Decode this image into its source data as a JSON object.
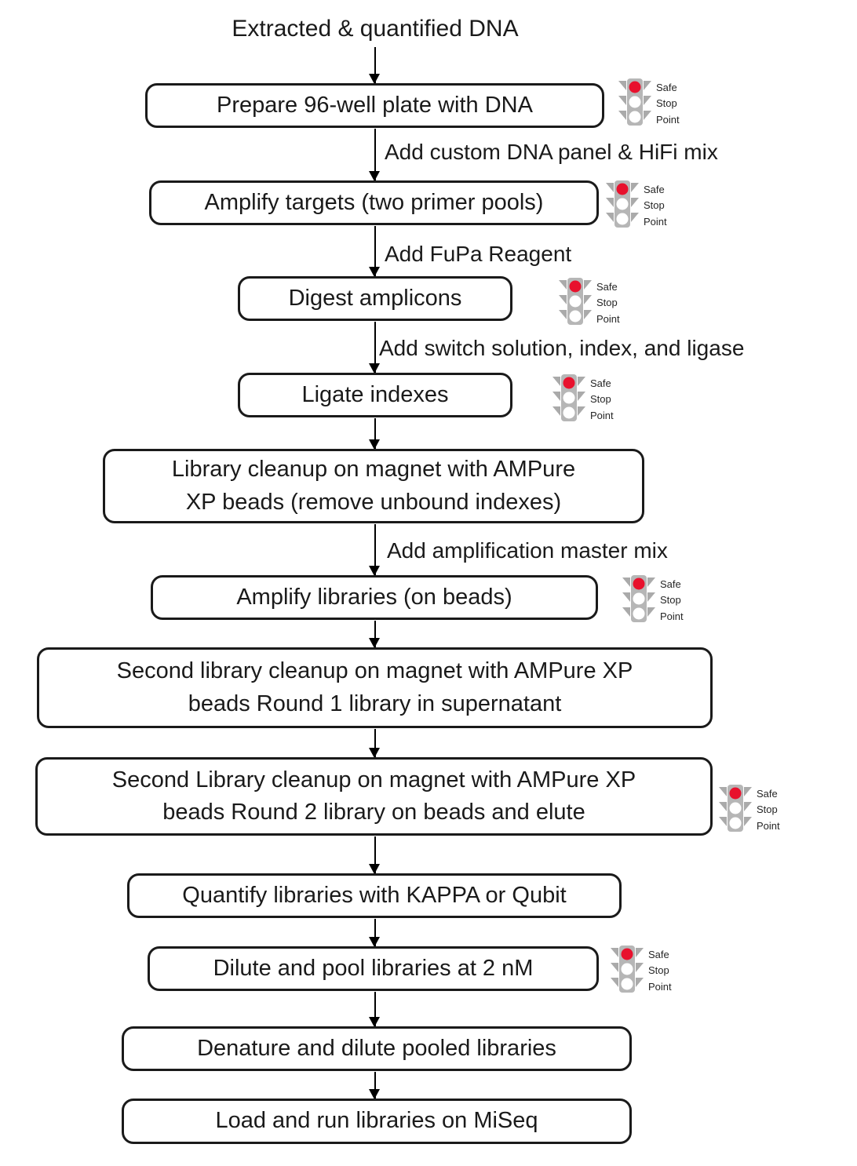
{
  "title": "Extracted & quantified DNA",
  "colors": {
    "box_border": "#1a1a1a",
    "text": "#1a1a1a",
    "traffic_light_body": "#b6b6b6",
    "red_light": "#e8112d"
  },
  "safe_stop": {
    "line1": "Safe",
    "line2": "Stop",
    "line3": "Point"
  },
  "nodes": [
    {
      "label": "Prepare 96-well plate with DNA",
      "safe_stop": true
    },
    {
      "label": "Amplify targets (two primer pools)",
      "safe_stop": true
    },
    {
      "label": "Digest amplicons",
      "safe_stop": true
    },
    {
      "label": "Ligate indexes",
      "safe_stop": true
    },
    {
      "label": "Library cleanup on magnet with AMPure\nXP beads (remove unbound indexes)",
      "safe_stop": false
    },
    {
      "label": "Amplify libraries (on beads)",
      "safe_stop": true
    },
    {
      "label": "Second library cleanup on magnet with AMPure XP\nbeads Round 1 library in supernatant",
      "safe_stop": false
    },
    {
      "label": "Second Library cleanup on magnet with AMPure XP\nbeads Round 2 library on beads and elute",
      "safe_stop": true
    },
    {
      "label": "Quantify libraries with KAPPA or Qubit",
      "safe_stop": false
    },
    {
      "label": "Dilute and pool libraries at 2 nM",
      "safe_stop": true
    },
    {
      "label": "Denature and dilute pooled libraries",
      "safe_stop": false
    },
    {
      "label": "Load and run libraries on MiSeq",
      "safe_stop": false
    }
  ],
  "edge_labels": [
    {
      "label": "Add custom DNA panel & HiFi mix"
    },
    {
      "label": "Add FuPa Reagent"
    },
    {
      "label": "Add switch solution, index, and ligase"
    },
    {
      "label": "Add amplification master mix"
    }
  ]
}
